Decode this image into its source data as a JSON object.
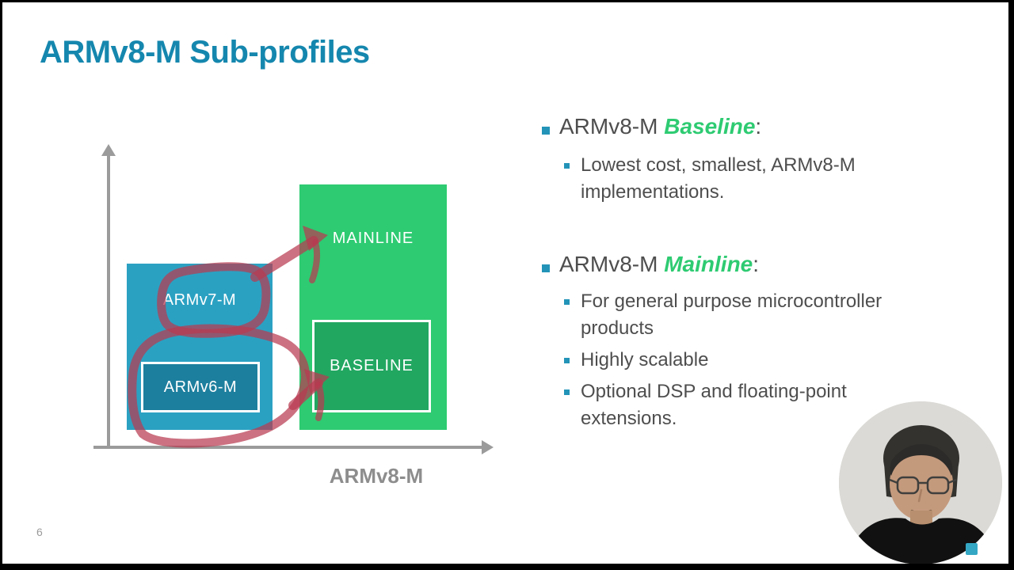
{
  "slide": {
    "title": "ARMv8-M Sub-profiles",
    "page_number": "6"
  },
  "diagram": {
    "x_axis_label": "ARMv8-M",
    "legacy_group": {
      "armv7_label": "ARMv7-M",
      "armv6_label": "ARMv6-M"
    },
    "armv8_group": {
      "mainline_label": "MAINLINE",
      "baseline_label": "BASELINE"
    },
    "annotations": "hand-drawn red circles around ARMv7-M and ARMv6-M with arrows to MAINLINE and BASELINE",
    "colors": {
      "legacy_box": "#2ba1c2",
      "legacy_inner_box": "#1d7f9e",
      "armv8_box": "#2ecb72",
      "armv8_inner_box": "#22a761",
      "annotation_red": "#b93a50",
      "axis_gray": "#9b9b9b",
      "title_teal": "#1587ae"
    }
  },
  "bullets": {
    "baseline": {
      "prefix": "ARMv8-M ",
      "accent": "Baseline",
      "suffix": ":",
      "items": [
        "Lowest cost, smallest, ARMv8-M implementations."
      ]
    },
    "mainline": {
      "prefix": "ARMv8-M ",
      "accent": "Mainline",
      "suffix": ":",
      "items": [
        "For general purpose microcontroller products",
        "Highly scalable",
        "Optional DSP and floating-point extensions."
      ]
    },
    "accent_color": "#2ecb72",
    "text_color": "#4e4e4e",
    "bullet_color": "#2394b8"
  }
}
